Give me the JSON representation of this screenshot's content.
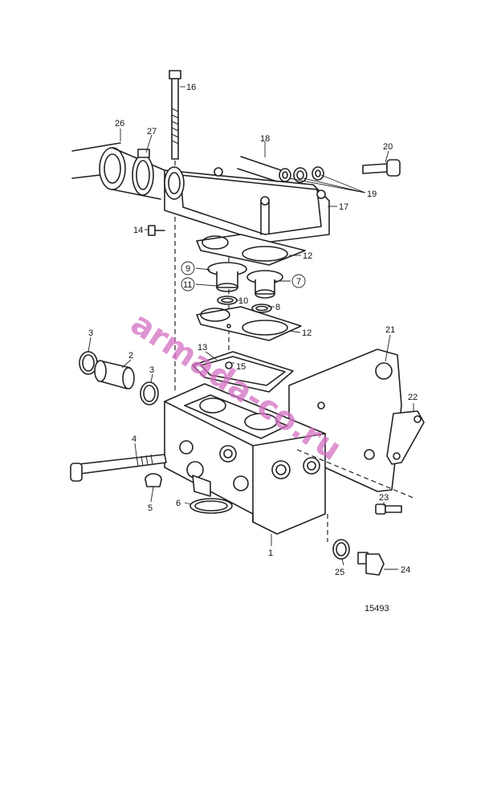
{
  "diagram": {
    "drawing_number": "15493",
    "watermark": "armada-co.ru",
    "callouts": {
      "c1": "1",
      "c2": "2",
      "c3a": "3",
      "c3b": "3",
      "c4": "4",
      "c5": "5",
      "c6": "6",
      "c7": "7",
      "c8": "8",
      "c9": "9",
      "c10": "10",
      "c11": "11",
      "c12a": "12",
      "c12b": "12",
      "c13": "13",
      "c14": "14",
      "c15": "15",
      "c16": "16",
      "c17": "17",
      "c18": "18",
      "c19": "19",
      "c20": "20",
      "c21": "21",
      "c22": "22",
      "c23": "23",
      "c24": "24",
      "c25": "25",
      "c26": "26",
      "c27": "27"
    }
  }
}
